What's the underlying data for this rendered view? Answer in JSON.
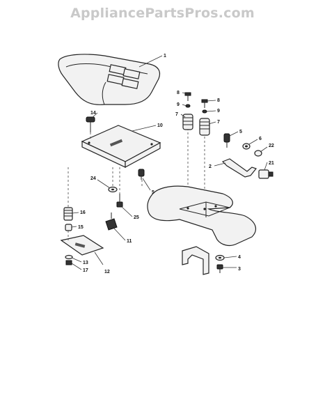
{
  "watermark": "AppliancePartsPros.com",
  "callouts": [
    {
      "id": "c1",
      "text": "1"
    },
    {
      "id": "c2",
      "text": "2"
    },
    {
      "id": "c3",
      "text": "3"
    },
    {
      "id": "c4",
      "text": "4"
    },
    {
      "id": "c5a",
      "text": "5"
    },
    {
      "id": "c5b",
      "text": "5"
    },
    {
      "id": "c6",
      "text": "6"
    },
    {
      "id": "c7a",
      "text": "7"
    },
    {
      "id": "c7b",
      "text": "7"
    },
    {
      "id": "c8a",
      "text": "8"
    },
    {
      "id": "c8b",
      "text": "8"
    },
    {
      "id": "c9a",
      "text": "9"
    },
    {
      "id": "c9b",
      "text": "9"
    },
    {
      "id": "c10",
      "text": "10"
    },
    {
      "id": "c11",
      "text": "11"
    },
    {
      "id": "c12",
      "text": "12"
    },
    {
      "id": "c13",
      "text": "13"
    },
    {
      "id": "c14",
      "text": "14"
    },
    {
      "id": "c15",
      "text": "15"
    },
    {
      "id": "c16",
      "text": "16"
    },
    {
      "id": "c17",
      "text": "17"
    },
    {
      "id": "c21",
      "text": "21"
    },
    {
      "id": "c22",
      "text": "22"
    },
    {
      "id": "c24",
      "text": "24"
    },
    {
      "id": "c25",
      "text": "25"
    }
  ]
}
